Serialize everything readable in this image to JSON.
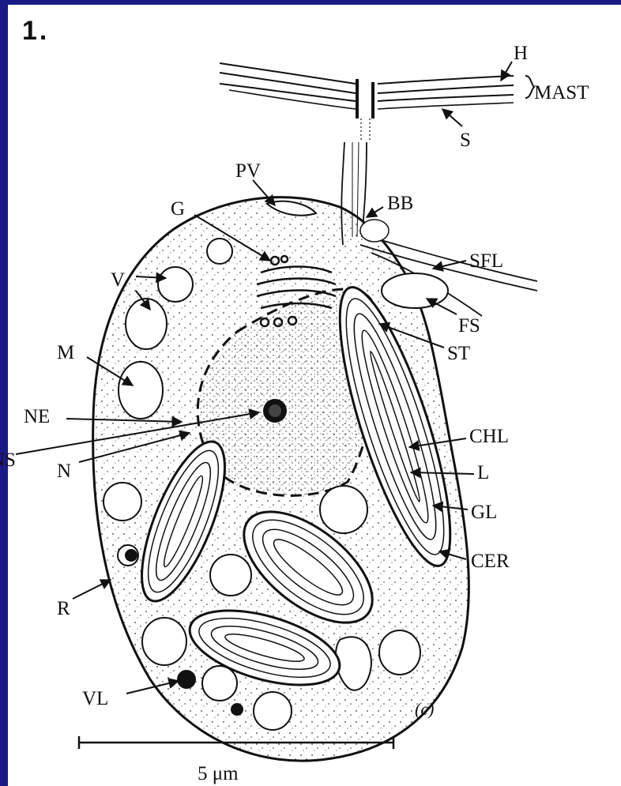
{
  "figure": {
    "number": "1.",
    "panel_letter": "(c)",
    "scale_bar": "5 μm"
  },
  "labels": {
    "H": "H",
    "MAST": "MAST",
    "S": "S",
    "PV": "PV",
    "BB": "BB",
    "G": "G",
    "SFL": "SFL",
    "V": "V",
    "FS": "FS",
    "ST": "ST",
    "M": "M",
    "NE": "NE",
    "NS": "NS",
    "N": "N",
    "CHL": "CHL",
    "L": "L",
    "GL": "GL",
    "CER": "CER",
    "R": "R",
    "VL": "VL"
  }
}
